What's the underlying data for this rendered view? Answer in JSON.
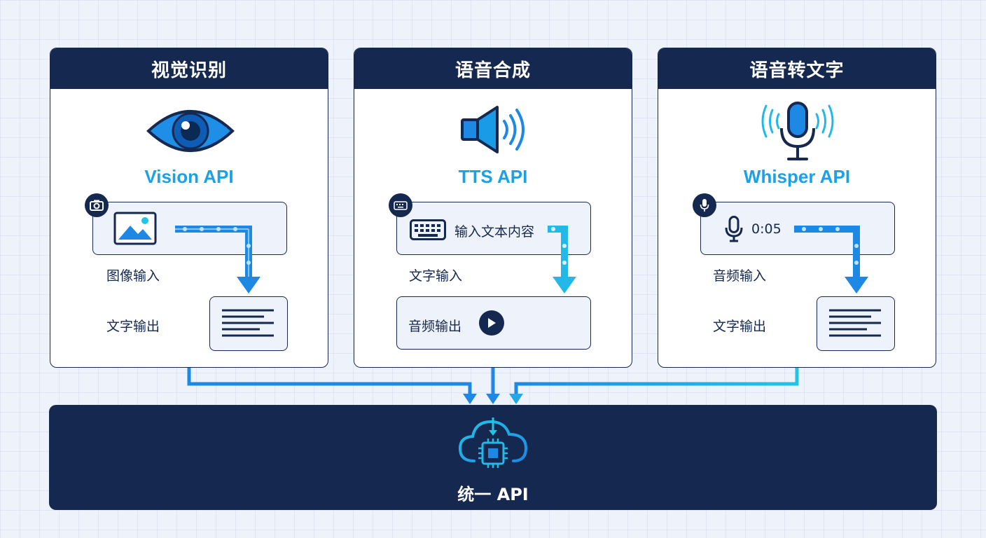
{
  "panels": [
    {
      "title": "视觉识别",
      "api_name": "Vision API",
      "input_label": "图像输入",
      "output_label": "文字输出"
    },
    {
      "title": "语音合成",
      "api_name": "TTS API",
      "input_text": "输入文本内容",
      "input_label": "文字输入",
      "output_label": "音频输出"
    },
    {
      "title": "语音转文字",
      "api_name": "Whisper API",
      "input_time": "0:05",
      "input_label": "音频输入",
      "output_label": "文字输出"
    }
  ],
  "unified": {
    "label": "统一 API"
  },
  "colors": {
    "navy": "#15284f",
    "accent_blue": "#1aa1e8",
    "cyan": "#22c4e6",
    "arrow_blue": "#1e88e5",
    "background": "#eef3fb"
  },
  "icons": [
    "eye-icon",
    "speaker-icon",
    "microphone-icon",
    "camera-icon",
    "image-icon",
    "keyboard-icon",
    "play-icon",
    "document-icon",
    "cloud-chip-icon"
  ]
}
